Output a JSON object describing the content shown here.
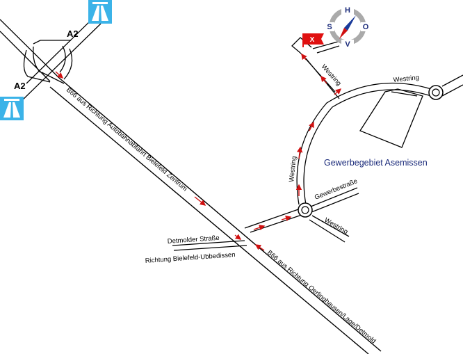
{
  "highway": {
    "name_top": "A2",
    "name_left": "A2",
    "sign_color": "#3bb3e8"
  },
  "roads": {
    "b66_north": "B66 aus Richtung Autobahnabfahrt Bielefeld Zentrum",
    "b66_south": "B66 aus Richtung Oerlinghausen/Lage/Detmold",
    "detmolder_strasse": "Detmolder Straße",
    "richtung_ubbedissen": "Richtung Bielefeld-Ubbedissen",
    "westring_top": "Westring",
    "westring_upper": "Westring",
    "westring_left": "Westring",
    "westring_lower": "Westring",
    "gewerbestrasse": "Gewerbestraße"
  },
  "area": {
    "name": "Gewerbegebiet Asemissen",
    "color": "#1a2a7a"
  },
  "destination": {
    "marker": "X",
    "color": "#e01010"
  },
  "compass": {
    "north": "H",
    "south": "V",
    "west": "S",
    "east": "O"
  },
  "route_color": "#d01010"
}
